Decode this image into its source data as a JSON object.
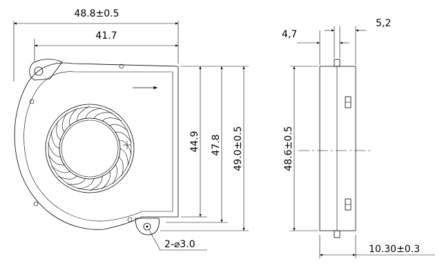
{
  "dimensions": {
    "overall_width": "48.8±0.5",
    "body_width": "41.7",
    "inner_height": "44.9",
    "body_height": "47.8",
    "overall_height": "49.0±0.5",
    "holes": "2-⌀3.0",
    "side_height": "48.6±0.5",
    "side_top_left": "4,7",
    "side_top_right": "5,2",
    "side_thickness": "10.30±0.3"
  }
}
